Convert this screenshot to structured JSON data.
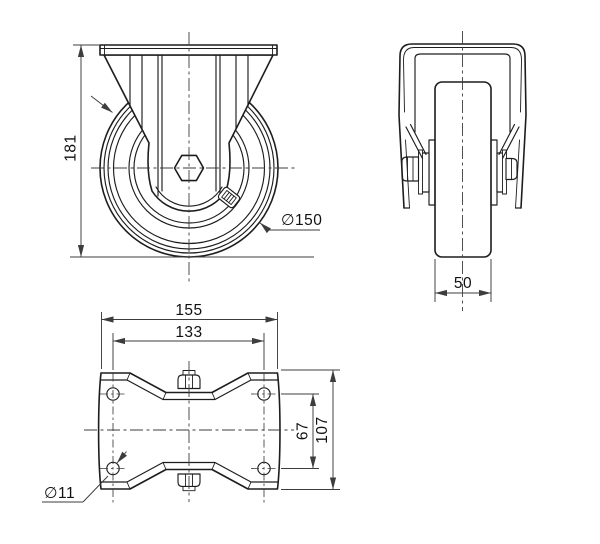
{
  "views": {
    "front": {
      "name": "front-elevation",
      "dims": {
        "height": "181",
        "wheel_diameter": "∅150"
      }
    },
    "side": {
      "name": "side-elevation",
      "dims": {
        "wheel_width": "50"
      }
    },
    "plan": {
      "name": "top-plate-plan",
      "dims": {
        "plate_width": "155",
        "hole_spacing_width": "133",
        "hole_spacing_depth": "67",
        "plate_depth": "107",
        "hole_diameter": "∅11"
      }
    }
  },
  "colors": {
    "line": "#1d1d1d",
    "dim": "#3d3d3d",
    "bg": "#ffffff"
  }
}
